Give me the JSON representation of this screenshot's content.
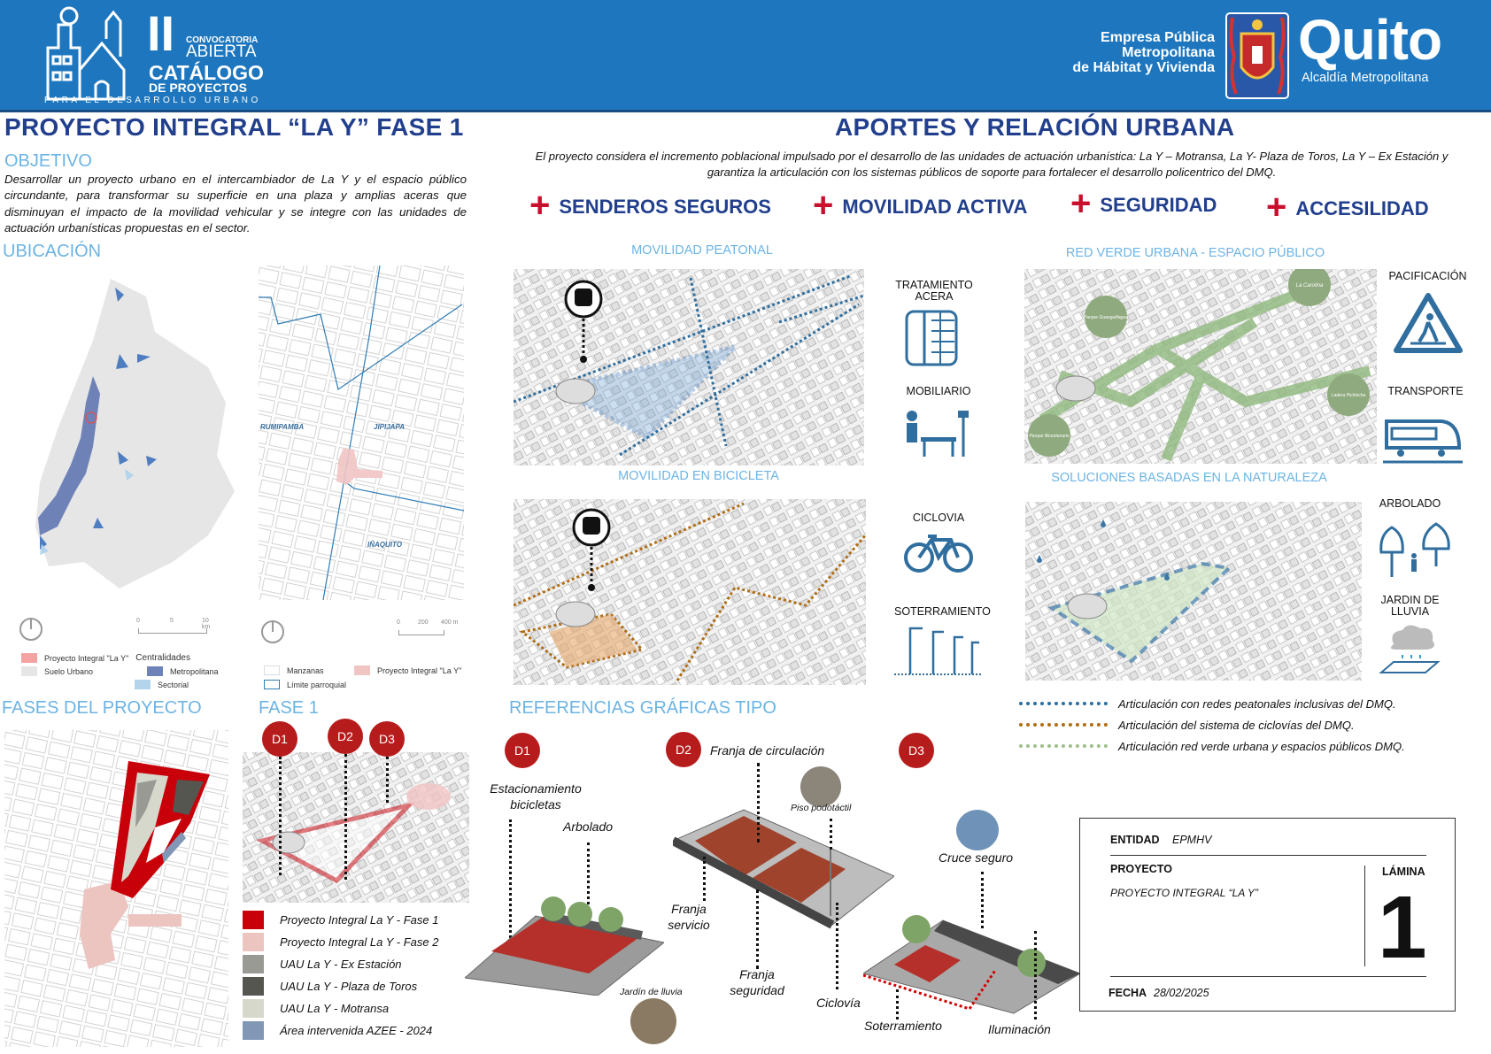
{
  "header": {
    "logo_numeral": "II",
    "logo_line1": "CONVOCATORIA",
    "logo_line2": "ABIERTA",
    "logo_line3": "CATÁLOGO",
    "logo_line4": "DE PROYECTOS",
    "logo_tagline": "PARA EL DESARROLLO URBANO",
    "entity": [
      "Empresa Pública",
      "Metropolitana",
      "de Hábitat y Vivienda"
    ],
    "city_logo": "Quito",
    "city_sub": "Alcaldía Metropolitana"
  },
  "left": {
    "title": "PROYECTO INTEGRAL “LA Y” FASE 1",
    "objective_heading": "OBJETIVO",
    "objective_text": "Desarrollar un proyecto urbano en el intercambiador de La Y y el espacio público circundante, para transformar su superficie en una plaza y amplias aceras que disminuyan el impacto de la movilidad vehicular y se integre con las unidades de actuación urbanísticas propuestas en el sector.",
    "location_heading": "UBICACIÓN",
    "map1": {
      "scale": [
        "0",
        "5",
        "10 km"
      ],
      "legend": [
        {
          "label": "Proyecto Integral \"La Y\"",
          "color": "#f4a3a3"
        },
        {
          "label": "Suelo Urbano",
          "color": "#e6e6e6"
        }
      ],
      "centralidades_title": "Centralidades",
      "centralidades": [
        {
          "label": "Metropolitana",
          "color": "#6f82b8"
        },
        {
          "label": "Sectorial",
          "color": "#b3d4ea"
        }
      ]
    },
    "map2": {
      "scale": [
        "0",
        "200",
        "400 m"
      ],
      "places": [
        "RUMIPAMBA",
        "JIPIJAPA",
        "IÑAQUITO"
      ],
      "legend": [
        {
          "label": "Manzanas",
          "color": "#ffffff"
        },
        {
          "label": "Límite parroquial",
          "color": "#2f7db5"
        },
        {
          "label": "Proyecto Integral \"La Y\"",
          "color": "#f1c4c4"
        }
      ]
    },
    "phases_heading": "FASES DEL PROYECTO",
    "phase1_heading": "FASE 1",
    "phase_markers": [
      "D1",
      "D2",
      "D3"
    ],
    "phase_legend": [
      {
        "label": "Proyecto Integral La Y - Fase 1",
        "color": "#c8000a"
      },
      {
        "label": "Proyecto Integral La Y - Fase 2",
        "color": "#ecc4c0"
      },
      {
        "label": "UAU La Y - Ex Estación",
        "color": "#9a9a95"
      },
      {
        "label": "UAU La Y - Plaza de Toros",
        "color": "#55564f"
      },
      {
        "label": "UAU La Y - Motransa",
        "color": "#d6d8cb"
      },
      {
        "label": "Área intervenida AZEE - 2024",
        "color": "#8197b5"
      }
    ]
  },
  "right": {
    "title": "APORTES Y RELACIÓN URBANA",
    "intro": "El proyecto considera el incremento poblacional impulsado por el desarrollo de las unidades de actuación urbanística: La Y – Motransa, La Y- Plaza de Toros, La Y – Ex Estación y garantiza la articulación con los sistemas públicos de soporte para fortalecer el desarrollo policentrico del DMQ.",
    "pillars": [
      "SENDEROS SEGUROS",
      "MOVILIDAD ACTIVA",
      "SEGURIDAD",
      "ACCESILIDAD"
    ],
    "panels": {
      "peatonal": "MOVILIDAD PEATONAL",
      "verde": "RED VERDE URBANA - ESPACIO PÚBLICO",
      "bici": "MOVILIDAD EN BICICLETA",
      "naturaleza": "SOLUCIONES BASADAS EN LA NATURALEZA"
    },
    "green_spots": [
      "La Carolina",
      "Parque Guanguiltagua",
      "Ladera Pichincha",
      "Parque Bicentenario"
    ],
    "icons": {
      "acera": "TRATAMIENTO ACERA",
      "mobiliario": "MOBILIARIO",
      "ciclovia": "CICLOVIA",
      "soterramiento": "SOTERRAMIENTO",
      "pacificacion": "PACIFICACIÓN",
      "transporte": "TRANSPORTE",
      "arbolado": "ARBOLADO",
      "jardin": "JARDIN DE LLUVIA"
    },
    "references_heading": "REFERENCIAS GRÁFICAS TIPO",
    "line_legend": [
      {
        "label": "Articulación con redes peatonales inclusivas del DMQ.",
        "color": "#2f6e9e"
      },
      {
        "label": "Articulación del sistema de ciclovías del DMQ.",
        "color": "#b06d14"
      },
      {
        "label": "Articulación red verde urbana y espacios públicos  DMQ.",
        "color": "#9dbf8a"
      }
    ],
    "d1": {
      "marker": "D1",
      "labels": [
        "Estacionamiento bicicletas",
        "Arbolado",
        "Jardín de lluvia"
      ]
    },
    "d2": {
      "marker": "D2",
      "labels": [
        "Franja de circulación",
        "Piso podotáctil",
        "Franja servicio",
        "Franja seguridad",
        "Ciclovía"
      ]
    },
    "d3": {
      "marker": "D3",
      "labels": [
        "Cruce seguro",
        "Soterramiento",
        "Iluminación"
      ]
    }
  },
  "titleblock": {
    "entity_label": "ENTIDAD",
    "entity_value": "EPMHV",
    "project_label": "PROYECTO",
    "project_value": "PROYECTO INTEGRAL “LA Y”",
    "sheet_label": "LÁMINA",
    "sheet_value": "1",
    "date_label": "FECHA",
    "date_value": "28/02/2025"
  }
}
